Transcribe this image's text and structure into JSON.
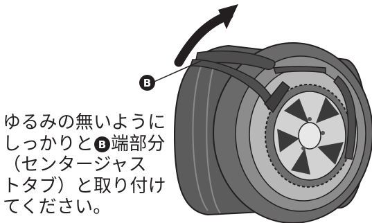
{
  "callout": {
    "marker": "B"
  },
  "instructions": {
    "line1": "ゆるみの無いように",
    "line2_pre": "しっかりと",
    "line2_marker": "B",
    "line2_post": "端部分",
    "line3": "（センタージャス",
    "line4": "トタブ）と取り付け",
    "line5": "てください。"
  },
  "colors": {
    "tire_dark": "#5a5a5a",
    "tire_mid": "#9a9a9a",
    "tire_light": "#c4c4c4",
    "wheel_face": "#d2d2d2",
    "wheel_hole": "#3a3a3a",
    "strap": "#4e4e4e",
    "arrow": "#231f20",
    "text": "#231f20"
  },
  "icons": [
    "rotation-arrow-icon",
    "tire-icon",
    "wheel-icon",
    "strap-icon",
    "marker-b-icon"
  ]
}
